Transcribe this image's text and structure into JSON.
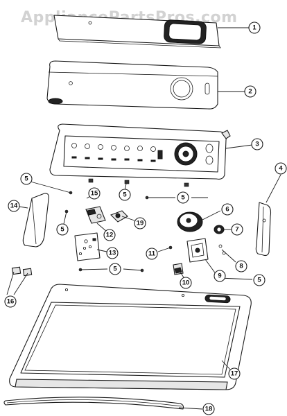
{
  "watermark": "AppliancePartsPros.com",
  "callouts": [
    "1",
    "2",
    "3",
    "4",
    "5",
    "5",
    "5",
    "5",
    "5",
    "5",
    "6",
    "7",
    "8",
    "9",
    "10",
    "11",
    "12",
    "13",
    "14",
    "15",
    "16",
    "17",
    "18",
    "19"
  ]
}
